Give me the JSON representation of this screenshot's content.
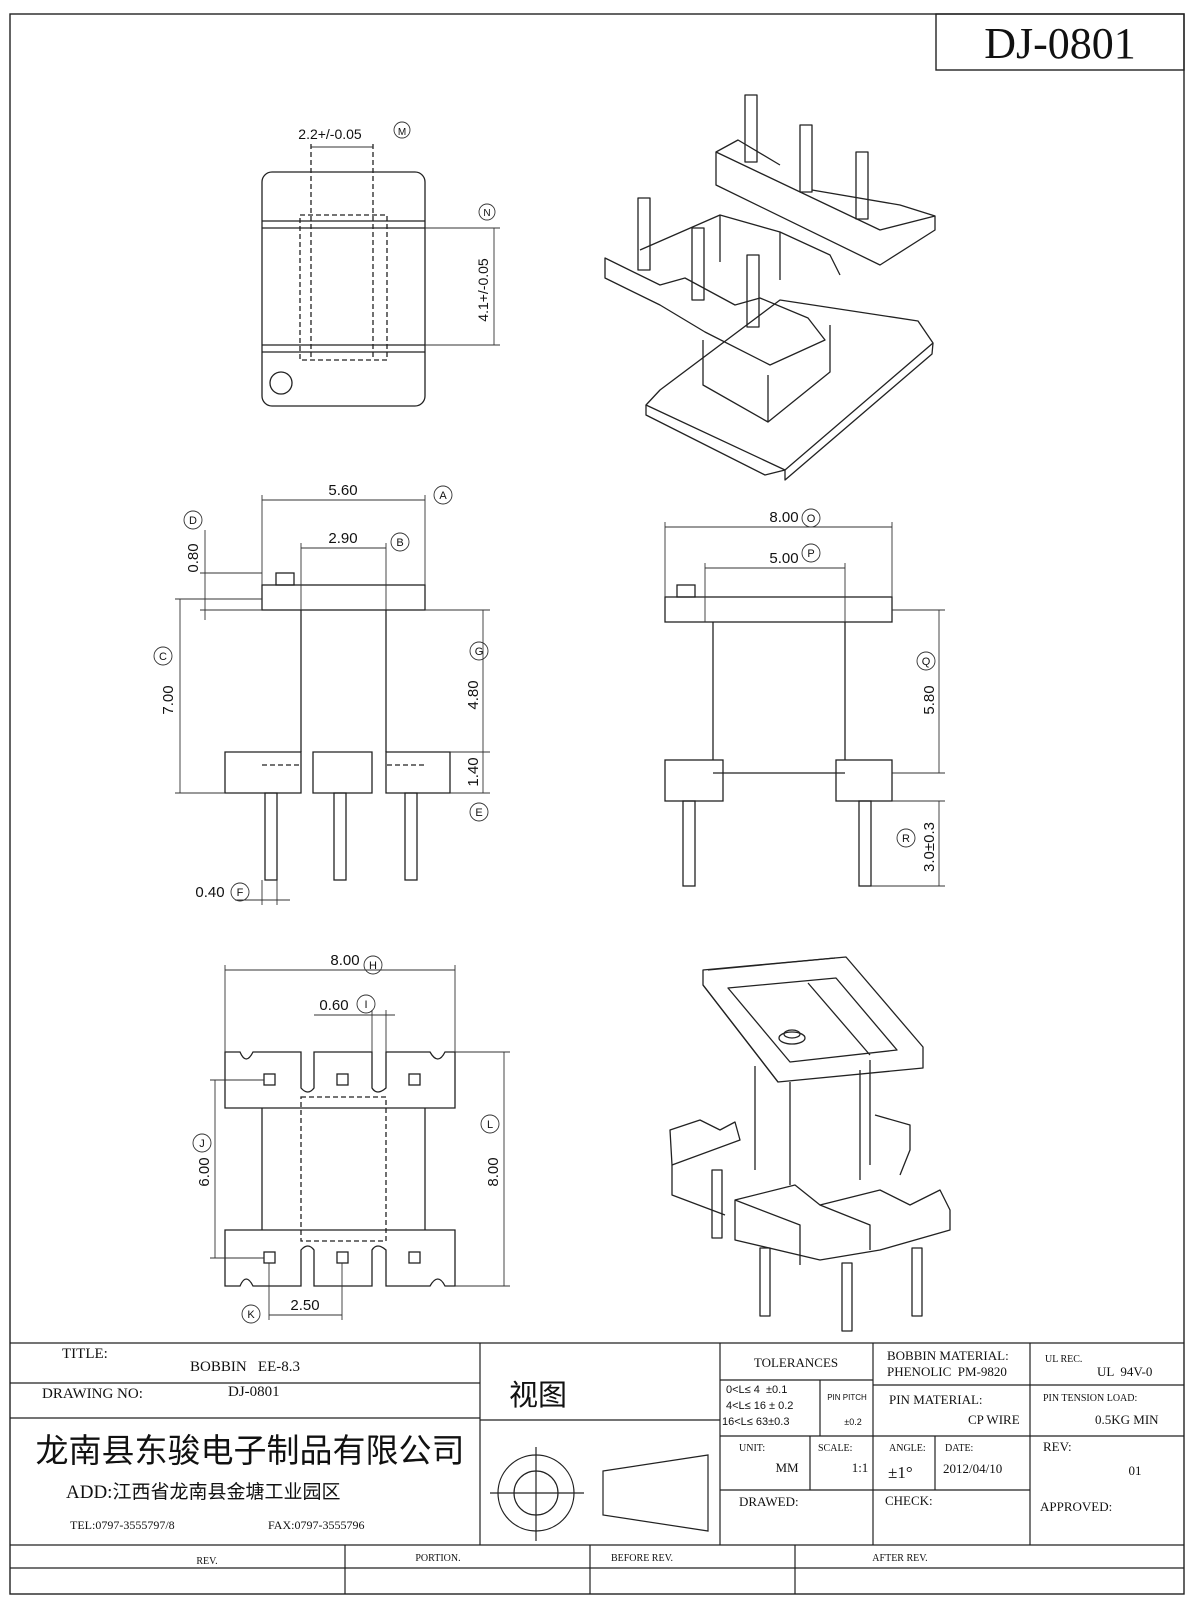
{
  "drawing_id": "DJ-0801",
  "dims": {
    "top_w": "2.2+/-0.05",
    "top_w_tag": "M",
    "top_h": "4.1+/-0.05",
    "top_h_tag": "N",
    "a_val": "5.60",
    "a_tag": "A",
    "b_val": "2.90",
    "b_tag": "B",
    "d_val": "0.80",
    "d_tag": "D",
    "c_val": "7.00",
    "c_tag": "C",
    "g_val": "4.80",
    "g_tag": "G",
    "g2_val": "1.40",
    "e_tag": "E",
    "f_val": "0.40",
    "f_tag": "F",
    "o_val": "8.00",
    "o_tag": "O",
    "p_val": "5.00",
    "p_tag": "P",
    "q_val": "5.80",
    "q_tag": "Q",
    "r_val": "3.0±0.3",
    "r_tag": "R",
    "h_val": "8.00",
    "h_tag": "H",
    "i_val": "0.60",
    "i_tag": "I",
    "j_val": "6.00",
    "j_tag": "J",
    "l_val": "8.00",
    "l_tag": "L",
    "k_val": "2.50",
    "k_tag": "K"
  },
  "title_block": {
    "title_label": "TITLE:",
    "title_value": "BOBBIN   EE-8.3",
    "drawing_no_label": "DRAWING NO:",
    "drawing_no_value": "DJ-0801",
    "company": "龙南县东骏电子制品有限公司",
    "address": "ADD:江西省龙南县金塘工业园区",
    "tel": "TEL:0797-3555797/8",
    "fax": "FAX:0797-3555796",
    "view_label": "视图",
    "tolerances_label": "TOLERANCES",
    "tol_row1": "0<L≤ 4  ±0.1",
    "tol_row2": "4<L≤ 16 ± 0.2",
    "tol_row3": "16<L≤ 63±0.3",
    "pin_pitch_label": "PIN PITCH",
    "pin_pitch_value": "±0.2",
    "bobbin_material_label": "BOBBIN MATERIAL:",
    "bobbin_material_value": "PHENOLIC  PM-9820",
    "ul_rec_label": "UL REC.",
    "ul_rec_value": "UL  94V-0",
    "pin_material_label": "PIN MATERIAL:",
    "pin_material_value": "CP WIRE",
    "pin_tension_label": "PIN TENSION LOAD:",
    "pin_tension_value": "0.5KG MIN",
    "unit_label": "UNIT:",
    "unit_value": "MM",
    "scale_label": "SCALE:",
    "scale_value": "1:1",
    "angle_label": "ANGLE:",
    "angle_value": "±1°",
    "date_label": "DATE:",
    "date_value": "2012/04/10",
    "rev_label": "REV:",
    "rev_value": "01",
    "drawed_label": "DRAWED:",
    "check_label": "CHECK:",
    "approved_label": "APPROVED:",
    "rev_col": "REV.",
    "portion_col": "PORTION.",
    "before_rev_col": "BEFORE REV.",
    "after_rev_col": "AFTER REV."
  }
}
